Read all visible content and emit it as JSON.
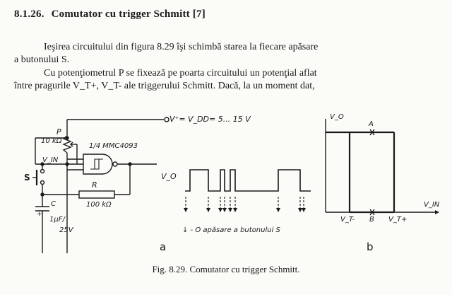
{
  "heading": {
    "number": "8.1.26.",
    "title": "Comutator cu trigger Schmitt",
    "ref": "[7]"
  },
  "paragraph1": {
    "line1": "Ieşirea circuitului din figura 8.29 îşi schimbă starea la fiecare apăsare",
    "line2": "a butonului  S."
  },
  "paragraph2": {
    "line1": "Cu potenţiometrul P se fixează pe poarta circuitului un potenţial aflat",
    "line2": "între pragurile  V_T+, V_T-  ale triggerului Schmitt. Dacă, la un moment dat,"
  },
  "circuit": {
    "supply": "V⁺= V_DD= 5... 15 V",
    "pot_label": "P",
    "pot_value": "10 kΩ",
    "gate_label": "1/4 MMC4093",
    "vin_label": "V_IN",
    "switch_label": "S",
    "r_label": "R",
    "r_value": "100 kΩ",
    "c_label": "C",
    "c_value": "1μF/",
    "c_voltage": "25V",
    "vo_label": "V_O"
  },
  "waveform": {
    "legend": "↓ - O apăsare a butonului S"
  },
  "transfer": {
    "y_label": "V_O",
    "x_label": "V_IN",
    "point_a": "A",
    "point_b": "B",
    "vt_minus": "V_T-",
    "vt_plus": "V_T+"
  },
  "figure_labels": {
    "a": "a",
    "b": "b"
  },
  "caption": "Fig. 8.29. Comutator cu trigger Schmitt."
}
